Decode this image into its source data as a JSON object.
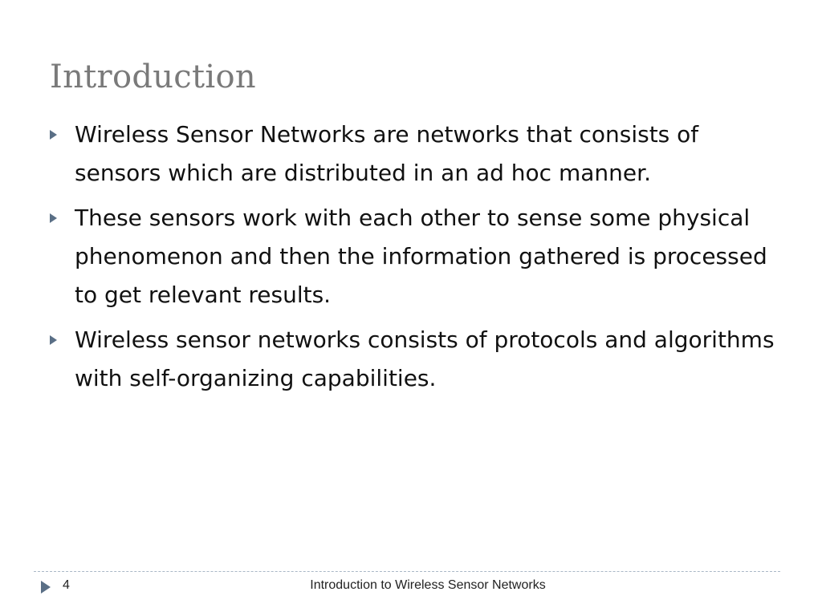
{
  "slide": {
    "title": "Introduction",
    "bullets": [
      "Wireless Sensor Networks are networks that consists of sensors which are distributed in an ad hoc manner.",
      "These sensors work with each other to sense some physical phenomenon and then the information gathered is processed to get relevant results.",
      "Wireless sensor networks consists of protocols and algorithms with self-organizing capabilities."
    ]
  },
  "footer": {
    "page_number": "4",
    "title": "Introduction to Wireless Sensor Networks"
  },
  "icons": {
    "bullet_marker": "triangle-right-icon",
    "footer_marker": "triangle-right-icon"
  },
  "colors": {
    "title": "#7a7a7a",
    "body_text": "#111111",
    "accent": "#5a6f86",
    "footer_rule": "#a9b7c6"
  }
}
